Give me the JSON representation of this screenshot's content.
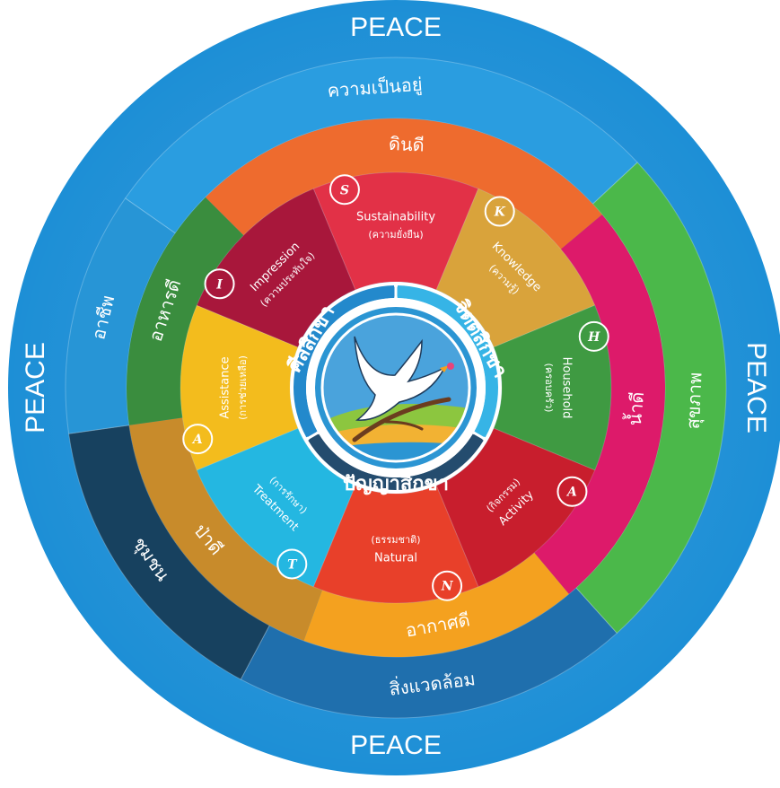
{
  "peace_labels": [
    "PEACE",
    "PEACE",
    "PEACE",
    "PEACE"
  ],
  "outer_ring": [
    "ความเป็นอยู่",
    "สุขภาพ",
    "สิ่งแวดล้อม",
    "ชุมชน",
    "อาชีพ"
  ],
  "earth_ring": [
    "ดินดี",
    "น้ำดี",
    "อากาศดี",
    "ป่าดี",
    "อาหารดี"
  ],
  "steps": [
    {
      "letter": "S",
      "name": "Sustainability",
      "sub": "(ความยั่งยืน)"
    },
    {
      "letter": "K",
      "name": "Knowledge",
      "sub": "(ความรู้)"
    },
    {
      "letter": "H",
      "name": "Household",
      "sub": "(ครอบครัว)"
    },
    {
      "letter": "A",
      "name": "Activity",
      "sub": "(กิจกรรม)"
    },
    {
      "letter": "N",
      "name": "Natural",
      "sub": "(ธรรมชาติ)"
    },
    {
      "letter": "T",
      "name": "Treatment",
      "sub": "(การรักษา)"
    },
    {
      "letter": "A",
      "name": "Assistance",
      "sub": "(การช่วยเหลือ)"
    },
    {
      "letter": "I",
      "name": "Impression",
      "sub": "(ความประทับใจ)"
    }
  ],
  "core": [
    "ศีลสิกขา",
    "จิตตสิกขา",
    "ปัญญาสิกขา"
  ],
  "colors": {
    "outer_blue": "#1d8fd6",
    "ring2_blue": "#2a9de0",
    "step_colors": [
      "#e23147",
      "#d9a33b",
      "#3f9a42",
      "#c81e2d",
      "#e8402a",
      "#24b7e1",
      "#f3bc1d",
      "#a8173b"
    ],
    "earth_colors": [
      "#ee6b2e",
      "#dd1a6a",
      "#f4a11f",
      "#c88b2b",
      "#3a8d3e"
    ],
    "core_colors": [
      "#2389cc",
      "#36b4e6",
      "#244c6e"
    ]
  },
  "icons": [
    "dove-icon",
    "olive-branch-icon"
  ]
}
